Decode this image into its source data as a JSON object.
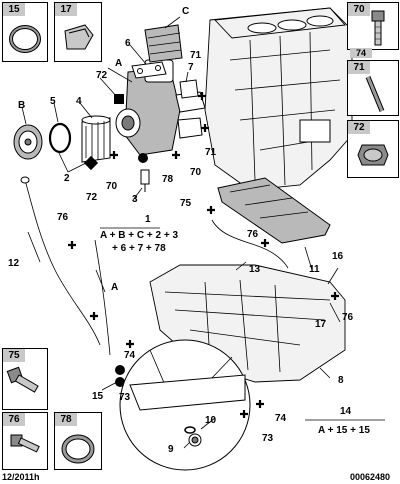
{
  "colors": {
    "inset_tab": "#c8c8c8",
    "part_shade": "#b9b9b9",
    "line": "#000000"
  },
  "insets": {
    "top_left": [
      {
        "number": "15",
        "icon": "o-ring-seal"
      },
      {
        "number": "17",
        "icon": "spring-clip"
      }
    ],
    "right": [
      {
        "number": "70",
        "icon": "hex-bolt"
      },
      {
        "number": "74",
        "icon": "flange-bolt"
      },
      {
        "number": "71",
        "icon": "stud"
      },
      {
        "number": "72",
        "icon": "drain-plug"
      }
    ],
    "bottom_left": [
      {
        "number": "75",
        "icon": "hex-bolt"
      },
      {
        "number": "76",
        "icon": "hex-bolt-short"
      },
      {
        "number": "78",
        "icon": "washer-seal"
      }
    ]
  },
  "callouts": {
    "c1": "1",
    "c2": "2",
    "c3": "3",
    "c4": "4",
    "c5": "5",
    "c6": "6",
    "c7": "7",
    "c8": "8",
    "c9": "9",
    "c10": "10",
    "c11": "11",
    "c12": "12",
    "c13": "13",
    "c14": "14",
    "c15": "15",
    "c16": "16",
    "c17": "17",
    "a1": "A",
    "a2": "A",
    "b": "B",
    "c": "C",
    "n70a": "70",
    "n70b": "70",
    "n71a": "71",
    "n71b": "71",
    "n72a": "72",
    "n72b": "72",
    "n73a": "73",
    "n73b": "73",
    "n74a": "74",
    "n74b": "74",
    "n74c": "74",
    "n75": "75",
    "n76a": "76",
    "n76b": "76",
    "n76c": "76",
    "n78": "78"
  },
  "formulas": {
    "f1_line1": "A + B + C + 2 + 3",
    "f1_line2": "+ 6 + 7 + 78",
    "f14": "A + 15 + 15"
  },
  "footer": {
    "date": "12/2011h",
    "reference": "00062480"
  }
}
